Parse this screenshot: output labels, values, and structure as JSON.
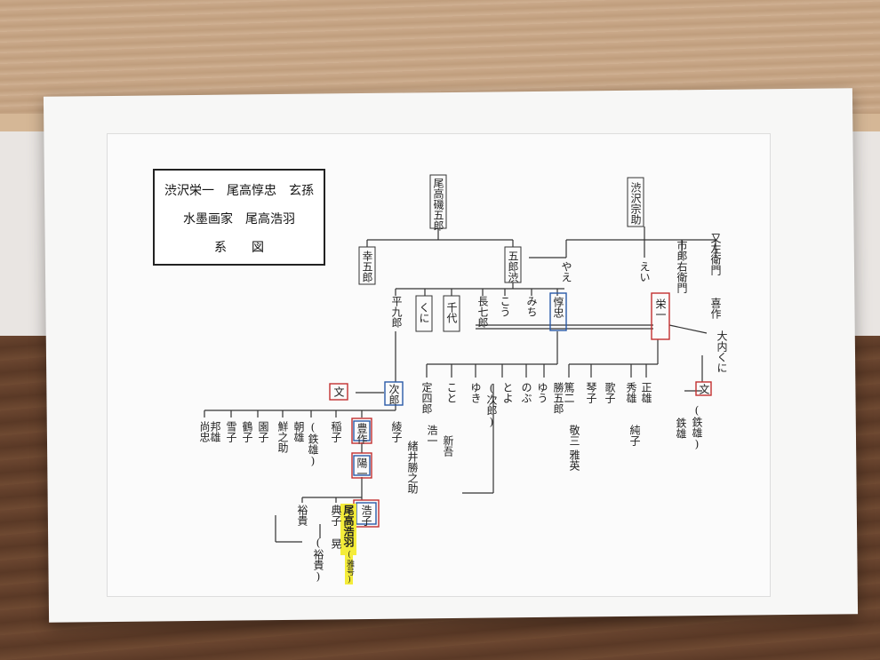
{
  "title": {
    "line1": "渋沢栄一　尾高惇忠　玄孫",
    "line2": "水墨画家　尾高浩羽",
    "line3": "系　　図"
  },
  "names": {
    "okou": "尾高磯五郎",
    "shibusawa_munesuke": "渋沢宗助",
    "kogoro": "幸五郎",
    "goro": "五郎渋",
    "heikuro": "平九郎",
    "kuni": "くに",
    "chiyo": "千代",
    "chohichiro": "長七郎",
    "kou": "こう",
    "michi": "みち",
    "atsutada": "惇忠",
    "yae": "やえ",
    "ei": "えい",
    "ichiro": "市郎右衛門",
    "matazaemon": "又左衛門",
    "kisaku": "喜作",
    "eiichi": "栄一",
    "ouchi": "大内くに",
    "bun1": "文",
    "jiro": "次郎",
    "jodo": "定四郎",
    "koto": "こと",
    "yuki": "ゆき",
    "jiro2": "(次郎)",
    "toyo": "とよ",
    "nobu": "のぶ",
    "yuu": "ゆう",
    "katsugoro": "勝五郎",
    "tokuji": "篤二",
    "kotoko": "琴子",
    "utako": "歌子",
    "masao": "正雄",
    "hideo": "秀雄",
    "bun2": "文",
    "naotada": "尚忠",
    "kunio": "邦雄",
    "yukiko": "雪子",
    "sonoko": "園子",
    "tsuruko": "鶴子",
    "sennosuke": "鮮之助",
    "asao": "朝雄",
    "tetsuo": "(鉄雄)",
    "inako": "稲子",
    "toyosaku": "豊作",
    "ayako": "綾子",
    "ogai": "緒井勝之助",
    "koichi": "浩一",
    "shingo": "新吾",
    "keizo": "敬三",
    "masahide": "雅英",
    "junko": "純子",
    "tetsuo2": "(鉄雄)",
    "tetsuo3": "鉄雄",
    "yoichi": "陽一",
    "hirotaka": "裕貴",
    "noriko": "典子",
    "hiroko": "浩子",
    "kou_name": "尾高浩羽",
    "gago": "(雅号)",
    "hirotaka2": "(裕貴)",
    "akira": "晃"
  }
}
